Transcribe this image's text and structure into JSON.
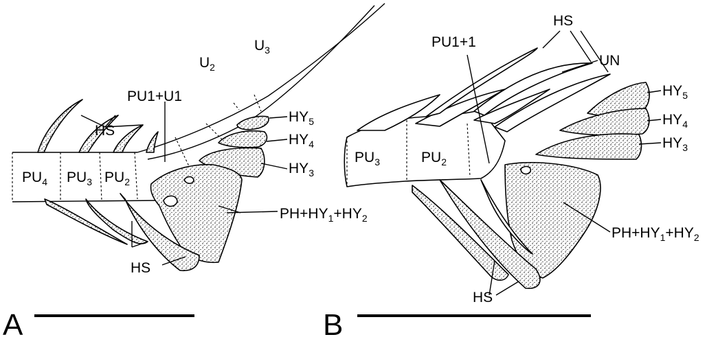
{
  "figure": {
    "panel_a": {
      "letter": "A",
      "labels": {
        "hs_top": "HS",
        "pu1_u1": "PU1+U1",
        "u2": {
          "base": "U",
          "sub": "2"
        },
        "u3": {
          "base": "U",
          "sub": "3"
        },
        "hy5": {
          "base": "HY",
          "sub": "5"
        },
        "hy4": {
          "base": "HY",
          "sub": "4"
        },
        "hy3": {
          "base": "HY",
          "sub": "3"
        },
        "pu4": {
          "base": "PU",
          "sub": "4"
        },
        "pu3": {
          "base": "PU",
          "sub": "3"
        },
        "pu2": {
          "base": "PU",
          "sub": "2"
        },
        "ph": {
          "p1": "PH+HY",
          "s1": "1",
          "p2": "+HY",
          "s2": "2"
        },
        "hs_bottom": "HS"
      }
    },
    "panel_b": {
      "letter": "B",
      "labels": {
        "hs_top": "HS",
        "pu1_1": "PU1+1",
        "un": "UN",
        "hy5": {
          "base": "HY",
          "sub": "5"
        },
        "hy4": {
          "base": "HY",
          "sub": "4"
        },
        "hy3": {
          "base": "HY",
          "sub": "3"
        },
        "pu3": {
          "base": "PU",
          "sub": "3"
        },
        "pu2": {
          "base": "PU",
          "sub": "2"
        },
        "ph": {
          "p1": "PH+HY",
          "s1": "1",
          "p2": "+HY",
          "s2": "2"
        },
        "hs_bottom": "HS"
      }
    }
  }
}
